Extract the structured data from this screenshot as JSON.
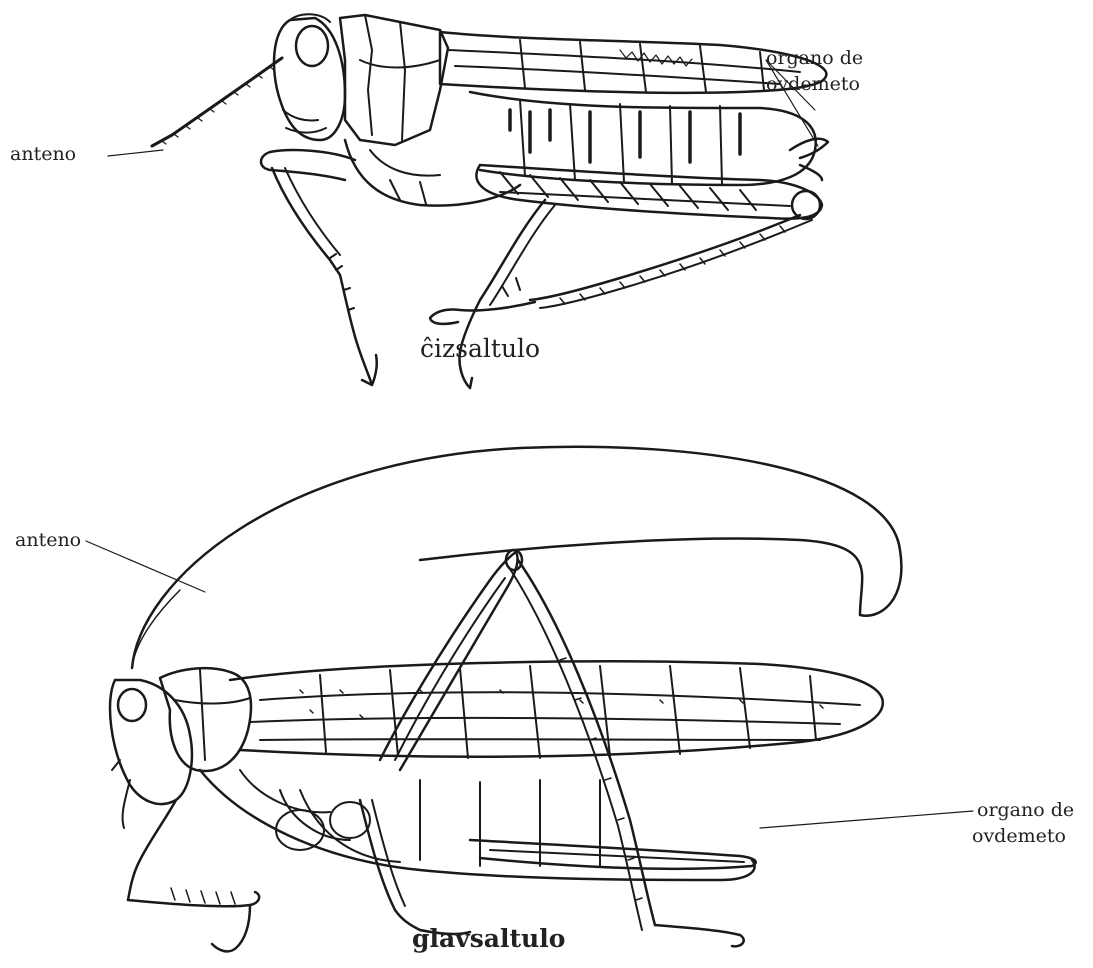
{
  "diagram_top": {
    "caption": "ĉizsaltulo",
    "label_antenna": "anteno",
    "label_organ_line1": "organo de",
    "label_organ_line2": "ovdemeto"
  },
  "diagram_bottom": {
    "caption": "glavsaltulo",
    "label_antenna": "anteno",
    "label_organ_line1": "organo de",
    "label_organ_line2": "ovdemeto"
  },
  "colors": {
    "ink": "#1a1a1a",
    "paper": "#ffffff"
  }
}
